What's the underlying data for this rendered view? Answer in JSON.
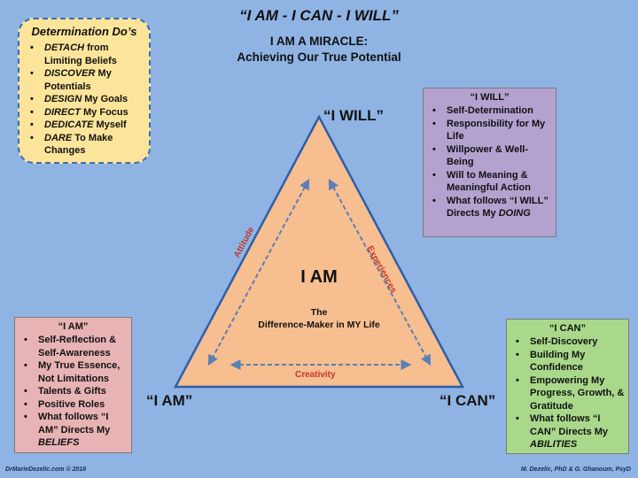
{
  "header": {
    "title": "“I AM - I CAN - I WILL”",
    "subtitle_line1": "I AM A MIRACLE:",
    "subtitle_line2": "Achieving Our True Potential"
  },
  "dos": {
    "heading": "Determination Do’s",
    "items": [
      {
        "em": "DETACH",
        "rest": " from Limiting Beliefs"
      },
      {
        "em": "DISCOVER",
        "rest": " My Potentials"
      },
      {
        "em": "DESIGN",
        "rest": " My Goals"
      },
      {
        "em": "DIRECT",
        "rest": " My Focus"
      },
      {
        "em": "DEDICATE",
        "rest": " Myself"
      },
      {
        "em": "DARE",
        "rest": " To Make Changes"
      }
    ]
  },
  "will_box": {
    "heading": "“I WILL”",
    "items": [
      "Self-Determination",
      "Responsibility for My Life",
      "Willpower & Well-Being",
      "Will to Meaning & Meaningful Action"
    ],
    "last_prefix": "What follows “I WILL” Directs My ",
    "last_em": "DOING"
  },
  "am_box": {
    "heading": "“I AM”",
    "items": [
      "Self-Reflection & Self-Awareness",
      "My True Essence, Not Limitations",
      "Talents & Gifts",
      "Positive Roles"
    ],
    "last_prefix": "What follows “I AM” Directs My ",
    "last_em": "BELIEFS"
  },
  "can_box": {
    "heading": "“I CAN”",
    "items": [
      "Self-Discovery",
      "Building My Confidence",
      "Empowering My Progress, Growth, & Gratitude"
    ],
    "last_prefix": "What follows “I CAN” Directs My ",
    "last_em": "ABILITIES"
  },
  "triangle": {
    "top_label": "“I WILL”",
    "left_label": "“I AM”",
    "right_label": "“I CAN”",
    "center_title": "I AM",
    "center_line1": "The",
    "center_line2": "Difference-Maker in MY Life",
    "edge_left": "Attitude",
    "edge_right": "Experiences",
    "edge_bottom": "Creativity",
    "fill_color": "#F7BE8F",
    "stroke_color": "#2E5FA8",
    "arrow_color": "#5B7FB6"
  },
  "footer": {
    "left": "DrMarieDezelic.com © 2016",
    "right": "M. Dezelic, PhD & G. Ghanoum, PsyD"
  }
}
